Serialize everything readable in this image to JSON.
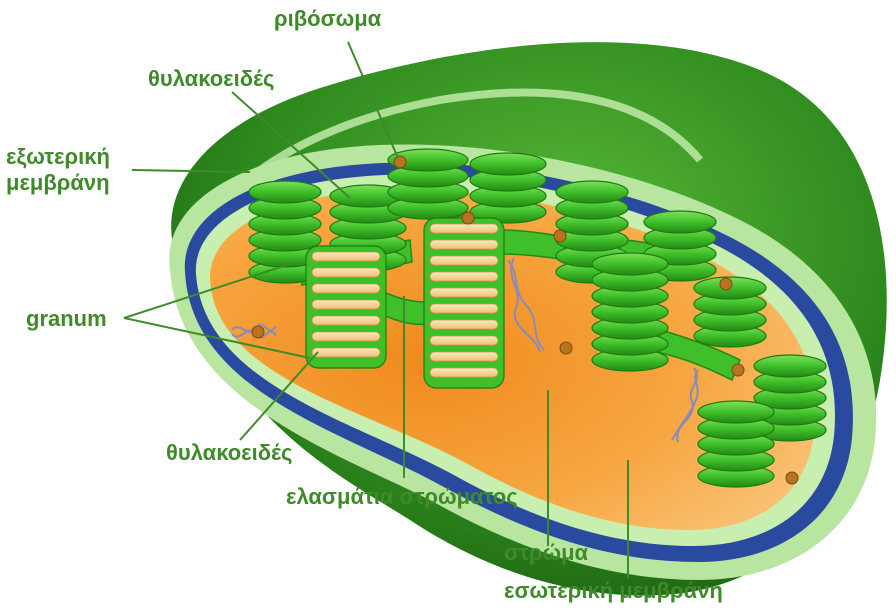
{
  "labels": {
    "ribosome": "ριβόσωμα",
    "thylakoid_top": "θυλακοειδές",
    "outer_membrane_line1": "εξωτερική",
    "outer_membrane_line2": "μεμβράνη",
    "granum": "granum",
    "thylakoid_bottom": "θυλακοειδές",
    "stroma_lamellae": "ελασμάτια στρώματος",
    "stroma": "στρώμα",
    "inner_membrane": "εσωτερική μεμβράνη"
  },
  "colors": {
    "label_text": "#3f8a2a",
    "outer_shell": "#2e8a1e",
    "outer_shell_dark": "#1f6612",
    "membrane_light": "#b8e6a0",
    "membrane_blue": "#2a4aa0",
    "stroma": "#f7b05a",
    "stroma_dark": "#f08a1e",
    "thylakoid_green": "#3fbf2a",
    "thylakoid_dark": "#238a14",
    "thylakoid_cut": "#f6d9a0",
    "ribosome": "#b8741e",
    "dna": "#8a8ab8",
    "leader_line": "#3f8a2a"
  }
}
